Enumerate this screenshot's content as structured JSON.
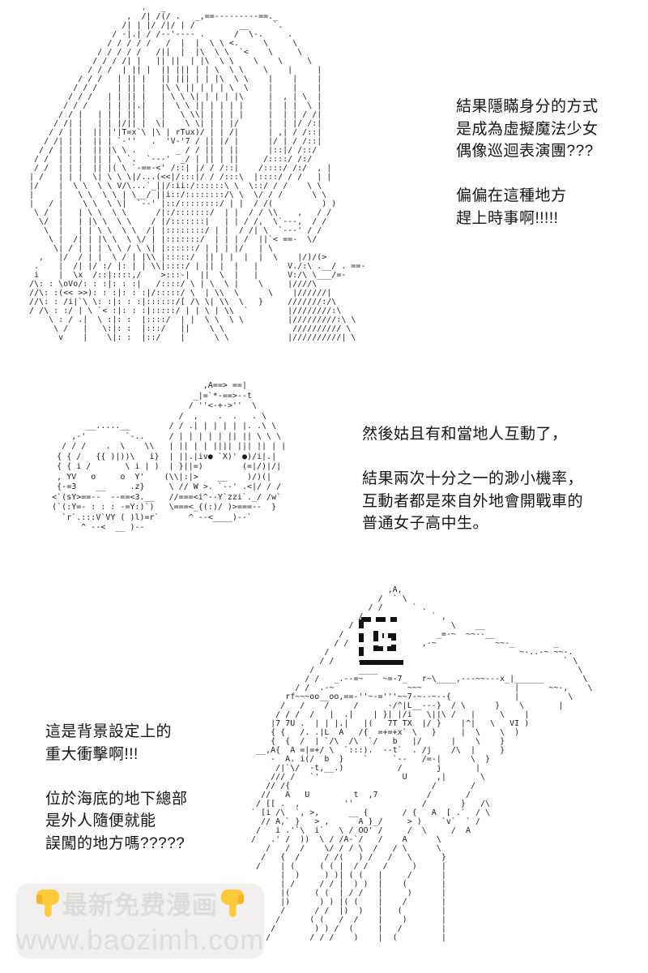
{
  "page": {
    "background": "#ffffff",
    "kind": "comic page with shift-jis ascii art panels"
  },
  "text_blocks": {
    "block1": {
      "lines": [
        "結果隱瞞身分的方式",
        "是成為虛擬魔法少女",
        "偶像巡迴表演團???",
        "",
        "偏偏在這種地方",
        "趕上時事啊!!!!!"
      ]
    },
    "block2": {
      "lines": [
        "然後姑且有和當地人互動了，",
        "",
        "結果兩次十分之一的渺小機率，",
        "互動者都是來自外地會開戰車的",
        "普通女子高中生。"
      ]
    },
    "block3": {
      "lines": [
        "這是背景設定上的",
        "重大衝擊啊!!!",
        "",
        "位於海底的地下總部",
        "是外人隨便就能",
        "誤闖的地方嗎?????"
      ]
    }
  },
  "watermark": {
    "label": "最新免费漫画",
    "url": "www.baozimh.com",
    "pointer_icon": "down-pointing-finger",
    "bg_color": "#f1f0ef",
    "text_color": "#dfdddc",
    "finger_color": "#FFC93C"
  },
  "ascii_art": {
    "top_girl": {
      "lines": [
        "                        .   _",
        "                     ,  /| /(/ .   _,==---------==._",
        "                    /| | |/ /|/ | /         __     `.",
        "                  / -|.| / /--'---- .      /  \\-.     .",
        "                 / / / / /   /  |  |  \\ \\ <.     \\     \\",
        "               / / / / /   /||  |  |\\  \\ \\  `<    \\     \\",
        "              / / / /| |   || ||  | |\\  \\ \\    \\    \\     \\",
        "             / / /  | || |  || ||| | | \\  \\ \\    \\    |     |",
        "           / / /   | || |   || ||| | | |\\  \\ \\    |    |    |",
        "          / / /    | || |   |\\ \\ || | | | \\  \\    |    |    |",
        "         / / /   | | || |   | \\ \\ \\| | | | |\\     |  , | \\  |",
        "        / / /    | | ||.|   |  \\ \\ || | | | |     |  | |  \\ |",
        "       / / |   | | | || |   |   \\ \\\\| | | | |     |  | | / /|",
        "      / /| |   | | |/|| |  \\|    \\ \\| | | |/      |  | |/ /:|",
        "     / / | |  || |'|T=x`\\ |\\ | rTux)/ | | /|      | ,| / /::|",
        "    / /| | |  || | `-''   .  'V-'7 / || |/ |      |/ | / /::|",
        "   / / | | |  || |\\ \\ .        _ / / || | ||      |::|/ /::/",
        "  / /  | | |  || | \\ `.  `---'  _/ | || | ||     /::::/ /:/",
        "  / /  | | |  || |( \\ `-==-<' /::| |/ / /::|    /::::/ /:/  , |",
        " | /   | | |  \\| \\ \\ \\|/...(<<|/:::|/ / /:::\\  |::::/ / /   | |",
        " |/    |  \\ \\  \\ \\ V/\\...`_||/:ii:/::::::\\ \\  \\::/ / /    \\ \\",
        " |     |   \\ \\  \\ \\ | \\__/ ||i::/::::::::/\\ \\  \\/ / /      \\ \\",
        " |   / |    \\ \\  \\ \\|  `--' |::/::::::::/ | |  / /(          ) )",
        "  \\ /  |   | \\ \\  \\ \\      /|:/:::::::/  | |  / / \\\\    ,   / /",
        "   \\/  |   | |\\ \\  \\ \\    / |/:::::::|   | | / /,  \\`---,  / /",
        "    \\  |   | | \\ \\  \\ \\  /| |::::::::/ | |  / /| \\  `---' / /",
        "     \\ |  /| | |\\ \\  \\ \\/ | |:::::::/  | | | /  ||`< ==-  \\/",
        "      \\| / | | | \\ \\ / \\ \\| |::::::/ | | | |/   | \\       ",
        "   ,   |/  / | |  \\ / | |\\\\ |:::::/  || | |  |  |  \\    |/)/(>",
        "  .    |  /| |/ :/ |: | | \\\\|::::/ | || |  |   |      V./:\\ .__/ . ==-",
        "  i    |  \\x  /::|::::,/    >:::-|  ||  \\  |   |      V:/\\ \\___/=-",
        " /\\: : \\oVo/: : :|: : :|   /::::/ \\ | \\  \\ |    \\     |////\\",
        " //\\: :(<< >>): : :|: : :|/:::::/ \\  | \\\\  \\      \\    |//////|",
        " //\\: : /i|`\\ \\: :|: : :|::::::/[ /\\ \\| \\\\  \\   }     ///////:/\\",
        " / /\\ : :/ | \\ `< :|: : :|:::::/ | | \\ | \\\\  `        |////////:\\",
        "     \\ : / .|  \\ :|: :  |::::/  | |  \\ \\  \\ \\         |/////////:\\ \\",
        "      \\ /   |   \\:|: :  |:::/   ||    \\ \\              ////////// \\",
        "       v    |    \\|: :  |::/    |      \\ \\            |//////////| \\"
      ]
    },
    "middle_chibis": {
      "lines": [
        "                                      ,A==> ==|",
        "                                    _|=`*-==>--t",
        "                                   / ''<-+->''  \\",
        "                                 /  ,    .  .   . \\",
        "              __.....__        / / .| | | | | |. .\\ \\",
        "           ,-'        `-..     / | | | | | || || \\ \\ \\",
        "         / / /    .  \\    \\\\   | || | | |||| ||| || | |",
        "        { { /   {{ )|))\\   i}  | ||.|iv● `X)' ●)/i|.|",
        "        { { i /       \\ i | )  | }||=)        (=|/)|/|",
        "        , YV   o     o  Y'    (\\\\|:|>    __    )/)(|",
        "        {-=3    __     .z}     \\ // W >. `--' .<|/ / /",
        "       <`(sY>==--  --==<3.__   //===<i^--Y`zzi`._/ /w`",
        "       (`(:Y=- : : : -=Y:)`)   \\===<_{(:)/ )>===--  }",
        "         `r`.:::V`VY ( )l)=r`      ^ --<____)--`",
        "             ^ --<  __ )--"
      ]
    },
    "bottom_hat_girl": {
      "lines": [
        "                              ,A,",
        "                            /  ` \\",
        "                          / /      ` .",
        "                        /              ` ,",
        "                      / /                  \\    __",
        "                    /                   _=-~  ~~--__",
        "                   / /               ,-~            ~~-_        _",
        "                 /                                       ~-..-~ ~~-.",
        "                / /                                               ` \\",
        "              /         ____                                         \\",
        "             / /   _.--=~    ~=-7_   r~\\____,---~~---x_|______        \\",
        "           / /  .-~               ~~~                   |      ~~-,    \\",
        "         rf~~~oo__oo,==-''~-='''~~7-~--~--{             |          \\",
        "        /   /    /     /      -/^|L__---}  / \\      }    \\       |",
        "       / / /  /   |  .|    | }| |/i   \\||\\ /   |     \\    |",
        "      |7 7U .  | | |.|   |(   7T TX  |/ }    |^|   \\   VI )",
        "      { {   /. .|L  A   /{  =+=+x` \\   }     |  \\    \\  )",
        "      {  {  /  | `/\\  /\\  `/   b   |/      |    \\    }",
        "   __,A{  A =|=+/ \\  `:::).  --t`  . /j    /\\  |     }",
        "      -  A. i(/  b  }    `     `--   /=-|      \\  }",
        "       /|`\\/  -t,__.)           /       j       |",
        "      /// /   `'                 U      ,|       \\",
        "     // /{                             /       /",
        "    //   A   U         t  ,7          /       /",
        "   / [[ .  ,         ''              /       }   /\\",
        "  ` [i /\\  `, >,      __ {       / {   A  [ .`  / \\",
        "    // A,` }   > ,      A }_/     > )    `v`  ` /",
        "   /   i .'`\\  i`   \\ / OO' /     /  \\     /  A",
        "  /   .' /  ))  \\ / /A-`/   /    A      \\",
        "     /   /  /    \\/ / / \\  /   / \\      \\",
        "    /   {  /     / /(   ) /   /   \\      }",
        "   /    | (     ( ( |  / /   /     )     |",
        "        |  )     ) )| ( (   |     /      |",
        "        | /     / / |  ) )  |    (       |",
        "        |(     ( (  | / /   |     )      |",
        "        |)      ) ) |( (    |    /       |",
        "        /      / /  |)  )   |   (        |",
        "       /      ( (   /  /    |    )       |",
        "      /        ) ) /  (     |   /        |",
        "     /        / / /    )    |  (         |"
      ]
    }
  }
}
